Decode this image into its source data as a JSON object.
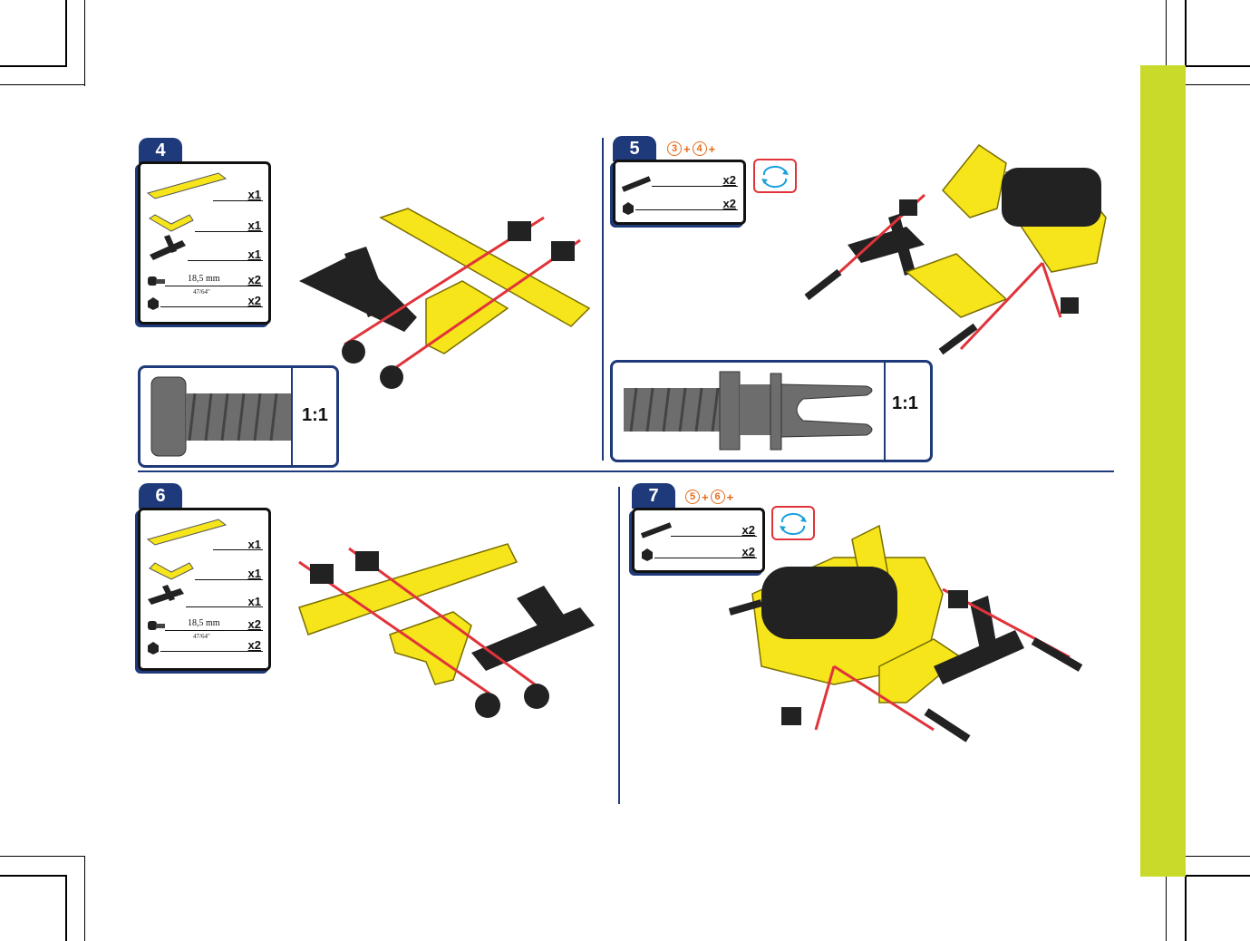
{
  "colors": {
    "accent": "#1f3a7a",
    "tab": "#c9da2a",
    "yellow": "#f5e51a",
    "red": "#e0333a",
    "orange": "#e46b1a"
  },
  "steps": {
    "s4": {
      "number": "4",
      "parts": [
        {
          "icon": "yellow-strip-icon",
          "qty": "x1"
        },
        {
          "icon": "yellow-angle-plate-icon",
          "qty": "x1"
        },
        {
          "icon": "black-tee-plate-icon",
          "qty": "x1"
        },
        {
          "icon": "bolt-icon",
          "qty": "x2",
          "length": "18,5 mm",
          "imperial": "47/64\""
        },
        {
          "icon": "nut-icon",
          "qty": "x2"
        }
      ],
      "scale": "1:1"
    },
    "s5": {
      "number": "5",
      "refs": [
        "3",
        "+",
        "4",
        "+"
      ],
      "parts": [
        {
          "icon": "axle-pin-icon",
          "qty": "x2"
        },
        {
          "icon": "nut-icon",
          "qty": "x2"
        }
      ],
      "scale": "1:1",
      "rotate_icon": "rotate-icon"
    },
    "s6": {
      "number": "6",
      "parts": [
        {
          "icon": "yellow-strip-icon",
          "qty": "x1"
        },
        {
          "icon": "yellow-angle-plate-icon",
          "qty": "x1"
        },
        {
          "icon": "black-tee-plate-icon",
          "qty": "x1"
        },
        {
          "icon": "bolt-icon",
          "qty": "x2",
          "length": "18,5 mm",
          "imperial": "47/64\""
        },
        {
          "icon": "nut-icon",
          "qty": "x2"
        }
      ]
    },
    "s7": {
      "number": "7",
      "refs": [
        "5",
        "+",
        "6",
        "+"
      ],
      "parts": [
        {
          "icon": "axle-pin-icon",
          "qty": "x2"
        },
        {
          "icon": "nut-icon",
          "qty": "x2"
        }
      ],
      "rotate_icon": "rotate-icon"
    }
  }
}
